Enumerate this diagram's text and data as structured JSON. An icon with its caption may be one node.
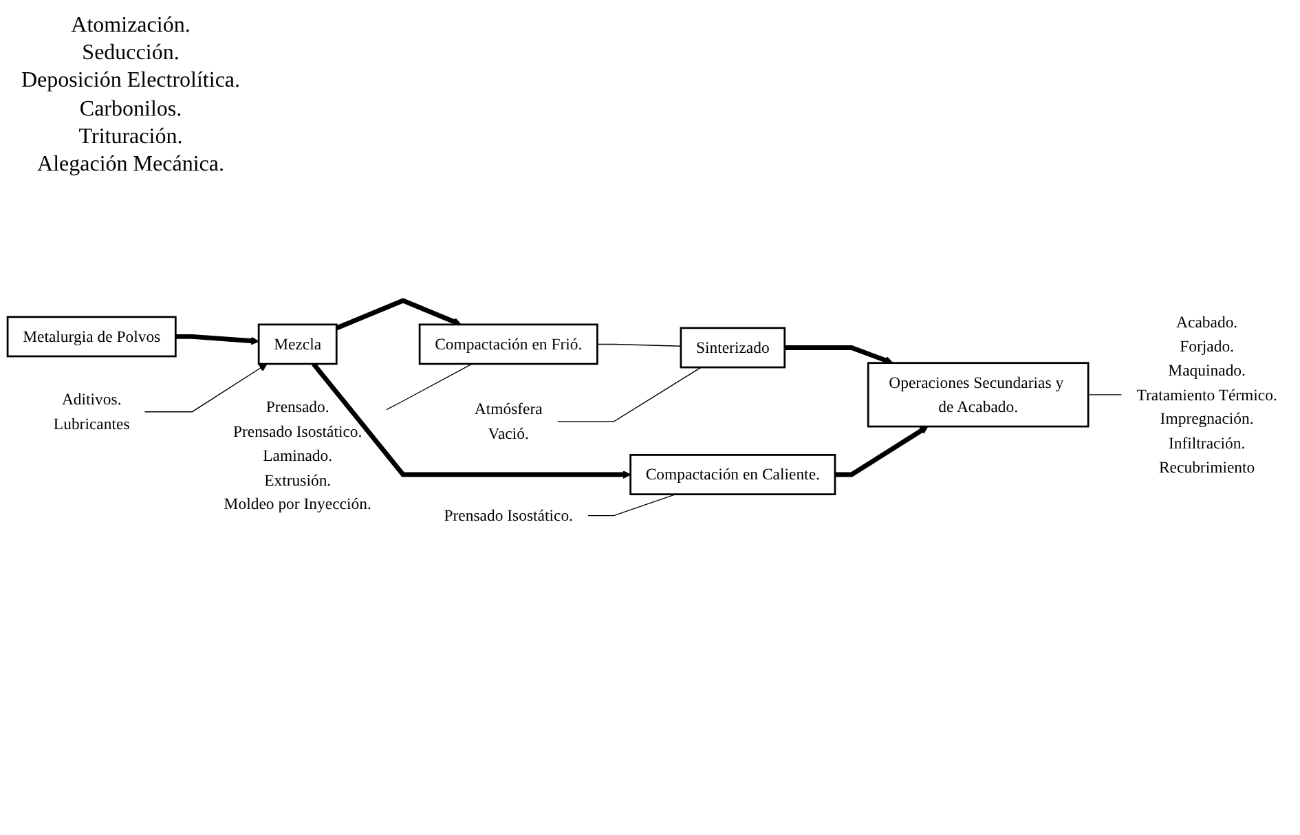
{
  "diagram": {
    "nodes": [
      {
        "text": [
          "Metalurgia de Polvos"
        ]
      },
      {
        "text": [
          "Mezcla"
        ]
      },
      {
        "text": [
          "Aditivos.",
          "Lubricantes"
        ]
      },
      {
        "text": [
          "Prensado.",
          "Prensado Isostático.",
          "Laminado.",
          "Extrusión.",
          "Moldeo por Inyección."
        ]
      },
      {
        "text": [
          "Compactación en Frió."
        ]
      },
      {
        "text": [
          "Atmósfera",
          "Vació."
        ]
      },
      {
        "text": [
          "Sinterizado"
        ]
      },
      {
        "text": [
          "Compactación en Caliente."
        ]
      },
      {
        "text": [
          "Prensado Isostático."
        ]
      },
      {
        "text": [
          "Operaciones Secundarias y de Acabado."
        ]
      },
      {
        "text": [
          "Acabado.",
          "Forjado.",
          "Maquinado.",
          "Tratamiento Térmico.",
          "Impregnación.",
          "Infiltración.",
          "Recubrimiento"
        ]
      }
    ],
    "edges": [
      {
        "from": 0,
        "to": 1,
        "arrow": "to",
        "style": "thick"
      },
      {
        "from": 2,
        "to": 1,
        "arrow": "to"
      },
      {
        "from": 1,
        "to": 4,
        "arrow": "to",
        "style": "thick"
      },
      {
        "from": 1,
        "to": 7,
        "arrow": "to",
        "style": "thick"
      },
      {
        "from": 3,
        "to": 4,
        "arrow": "none"
      },
      {
        "from": 4,
        "to": 6,
        "arrow": "none"
      },
      {
        "from": 5,
        "to": 6,
        "arrow": "none"
      },
      {
        "from": 6,
        "to": 9,
        "arrow": "to",
        "style": "thick"
      },
      {
        "from": 7,
        "to": 9,
        "arrow": "to",
        "style": "thick"
      },
      {
        "from": 8,
        "to": 7,
        "arrow": "none"
      },
      {
        "from": 9,
        "to": 10,
        "arrow": "none"
      }
    ],
    "labels": [
      "Atomización.",
      "Seducción.",
      "Deposición Electrolítica.",
      "Carbonilos.",
      "Trituración.",
      "Alegación Mecánica."
    ]
  }
}
